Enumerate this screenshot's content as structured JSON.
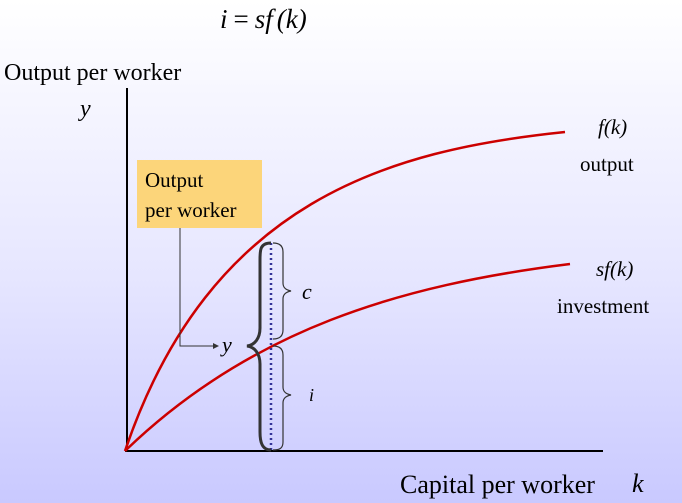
{
  "equation": {
    "lhs": "i",
    "eq": "=",
    "rhs_s": "sf",
    "rhs_paren": "(k)"
  },
  "axes": {
    "y_title": "Output per worker",
    "y_symbol": "y",
    "x_title": "Capital per worker",
    "x_symbol": "k"
  },
  "curves": {
    "output": {
      "func": "f(k)",
      "label": "output"
    },
    "investment": {
      "func": "sf(k)",
      "label": "investment"
    }
  },
  "callout": {
    "line1": "Output",
    "line2": "per worker",
    "target_symbol": "y"
  },
  "brackets": {
    "consumption": "c",
    "investment": "i"
  },
  "colors": {
    "background_top": "#ffffff",
    "background_bottom": "#c9c9ff",
    "curve": "#cc0000",
    "axis": "#000000",
    "callout_fill": "#fcd57a",
    "marker_line": "#333399"
  }
}
